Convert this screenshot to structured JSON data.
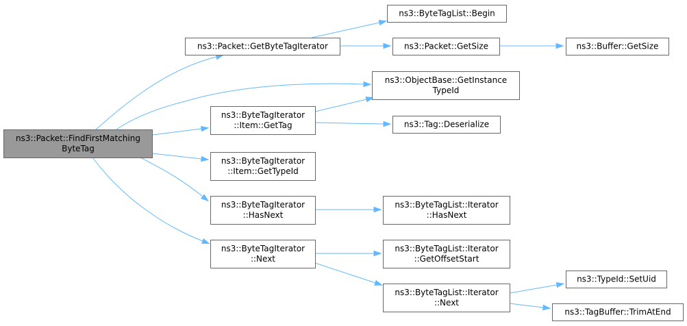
{
  "diagram": {
    "nodes": [
      {
        "id": "root",
        "lines": [
          "ns3::Packet::FindFirstMatching",
          "ByteTag"
        ],
        "root": true
      },
      {
        "id": "getByteTagIterator",
        "lines": [
          "ns3::Packet::GetByteTagIterator"
        ]
      },
      {
        "id": "byteTagListBegin",
        "lines": [
          "ns3::ByteTagList::Begin"
        ]
      },
      {
        "id": "packetGetSize",
        "lines": [
          "ns3::Packet::GetSize"
        ]
      },
      {
        "id": "bufferGetSize",
        "lines": [
          "ns3::Buffer::GetSize"
        ]
      },
      {
        "id": "objectBaseGetInstanceTypeId",
        "lines": [
          "ns3::ObjectBase::GetInstance",
          "TypeId"
        ]
      },
      {
        "id": "itemGetTag",
        "lines": [
          "ns3::ByteTagIterator",
          "::Item::GetTag"
        ]
      },
      {
        "id": "tagDeserialize",
        "lines": [
          "ns3::Tag::Deserialize"
        ]
      },
      {
        "id": "itemGetTypeId",
        "lines": [
          "ns3::ByteTagIterator",
          "::Item::GetTypeId"
        ]
      },
      {
        "id": "iterHasNext",
        "lines": [
          "ns3::ByteTagIterator",
          "::HasNext"
        ]
      },
      {
        "id": "listIterHasNext",
        "lines": [
          "ns3::ByteTagList::Iterator",
          "::HasNext"
        ]
      },
      {
        "id": "iterNext",
        "lines": [
          "ns3::ByteTagIterator",
          "::Next"
        ]
      },
      {
        "id": "listIterGetOffsetStart",
        "lines": [
          "ns3::ByteTagList::Iterator",
          "::GetOffsetStart"
        ]
      },
      {
        "id": "listIterNext",
        "lines": [
          "ns3::ByteTagList::Iterator",
          "::Next"
        ]
      },
      {
        "id": "typeIdSetUid",
        "lines": [
          "ns3::TypeId::SetUid"
        ]
      },
      {
        "id": "tagBufferTrimAtEnd",
        "lines": [
          "ns3::TagBuffer::TrimAtEnd"
        ]
      }
    ],
    "edges": [
      {
        "from": "root",
        "to": "getByteTagIterator"
      },
      {
        "from": "root",
        "to": "objectBaseGetInstanceTypeId"
      },
      {
        "from": "root",
        "to": "itemGetTag"
      },
      {
        "from": "root",
        "to": "itemGetTypeId"
      },
      {
        "from": "root",
        "to": "iterHasNext"
      },
      {
        "from": "root",
        "to": "iterNext"
      },
      {
        "from": "getByteTagIterator",
        "to": "byteTagListBegin"
      },
      {
        "from": "getByteTagIterator",
        "to": "packetGetSize"
      },
      {
        "from": "packetGetSize",
        "to": "bufferGetSize"
      },
      {
        "from": "itemGetTag",
        "to": "objectBaseGetInstanceTypeId"
      },
      {
        "from": "itemGetTag",
        "to": "tagDeserialize"
      },
      {
        "from": "iterHasNext",
        "to": "listIterHasNext"
      },
      {
        "from": "iterNext",
        "to": "listIterGetOffsetStart"
      },
      {
        "from": "iterNext",
        "to": "listIterNext"
      },
      {
        "from": "listIterNext",
        "to": "typeIdSetUid"
      },
      {
        "from": "listIterNext",
        "to": "tagBufferTrimAtEnd"
      }
    ],
    "colors": {
      "edge": "#63b8ff",
      "root_fill": "#999999",
      "box_stroke": "#666666"
    }
  }
}
